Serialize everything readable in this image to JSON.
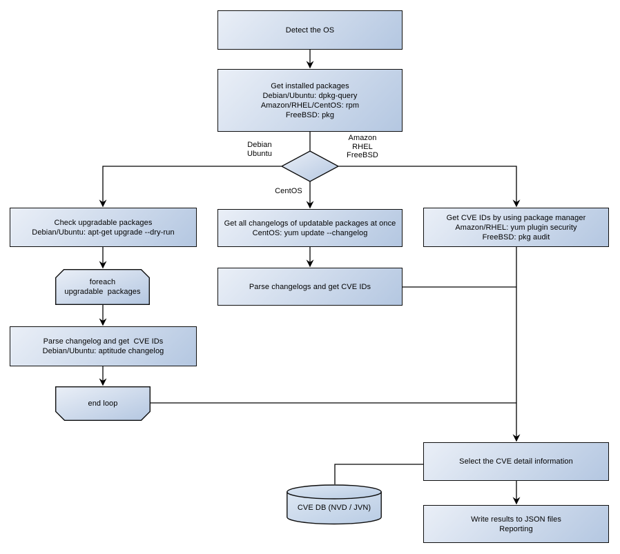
{
  "colors": {
    "background": "#ffffff",
    "node_fill_light": "#eaeff7",
    "node_fill_dark": "#b4c7e1",
    "border": "#0d0d0d",
    "connector": "#000000",
    "text": "#000000"
  },
  "nodes": {
    "detect_os": {
      "label": "Detect the OS"
    },
    "get_installed_packages": {
      "label": "Get installed packages\nDebian/Ubuntu: dpkg-query\nAmazon/RHEL/CentOS: rpm\nFreeBSD: pkg"
    },
    "check_upgradable": {
      "label": "Check upgradable packages\nDebian/Ubuntu: apt-get upgrade --dry-run"
    },
    "foreach_loop": {
      "label": "foreach\nupgradable  packages"
    },
    "parse_changelog_debian": {
      "label": "Parse changelog and get  CVE IDs\nDebian/Ubuntu: aptitude changelog"
    },
    "end_loop": {
      "label": "end loop"
    },
    "get_all_changelogs": {
      "label": "Get all changelogs of updatable packages at once\nCentOS: yum update --changelog"
    },
    "parse_changelogs": {
      "label": "Parse changelogs and get CVE IDs"
    },
    "get_cve_ids_pkg_manager": {
      "label": "Get CVE IDs by using package manager\nAmazon/RHEL: yum plugin security\nFreeBSD: pkg audit"
    },
    "select_cve_detail": {
      "label": "Select the CVE detail information"
    },
    "write_results": {
      "label": "Write results to JSON files\nReporting"
    },
    "cve_db": {
      "label": "CVE DB (NVD / JVN)"
    }
  },
  "edge_labels": {
    "debian_ubuntu": "Debian\nUbuntu",
    "amazon_rhel_freebsd": "Amazon\nRHEL\nFreeBSD",
    "centos": "CentOS"
  }
}
